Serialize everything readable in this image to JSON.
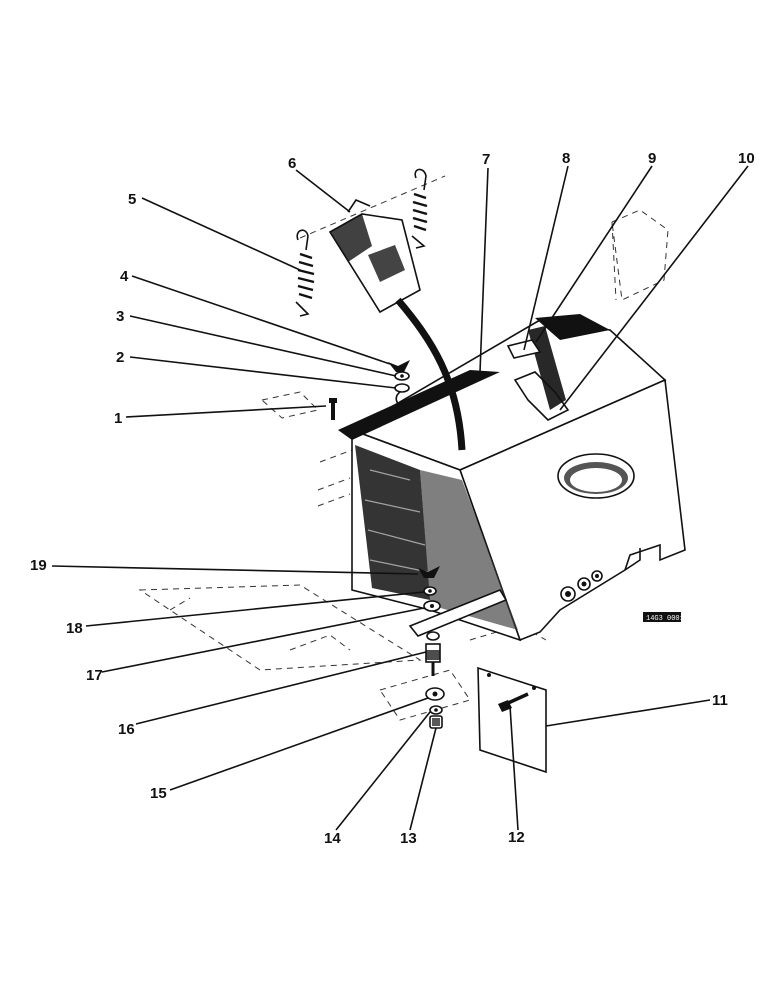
{
  "colors": {
    "ink": "#111111",
    "paper": "#ffffff",
    "shadow": "#2a2a2a"
  },
  "drawing_code": "14G3 0001",
  "callouts": [
    {
      "id": "1",
      "label": "1"
    },
    {
      "id": "2",
      "label": "2"
    },
    {
      "id": "3",
      "label": "3"
    },
    {
      "id": "4",
      "label": "4"
    },
    {
      "id": "5",
      "label": "5"
    },
    {
      "id": "6",
      "label": "6"
    },
    {
      "id": "7",
      "label": "7"
    },
    {
      "id": "8",
      "label": "8"
    },
    {
      "id": "9",
      "label": "9"
    },
    {
      "id": "10",
      "label": "10"
    },
    {
      "id": "11",
      "label": "11"
    },
    {
      "id": "12",
      "label": "12"
    },
    {
      "id": "13",
      "label": "13"
    },
    {
      "id": "14",
      "label": "14"
    },
    {
      "id": "15",
      "label": "15"
    },
    {
      "id": "16",
      "label": "16"
    },
    {
      "id": "17",
      "label": "17"
    },
    {
      "id": "18",
      "label": "18"
    },
    {
      "id": "19",
      "label": "19"
    }
  ]
}
